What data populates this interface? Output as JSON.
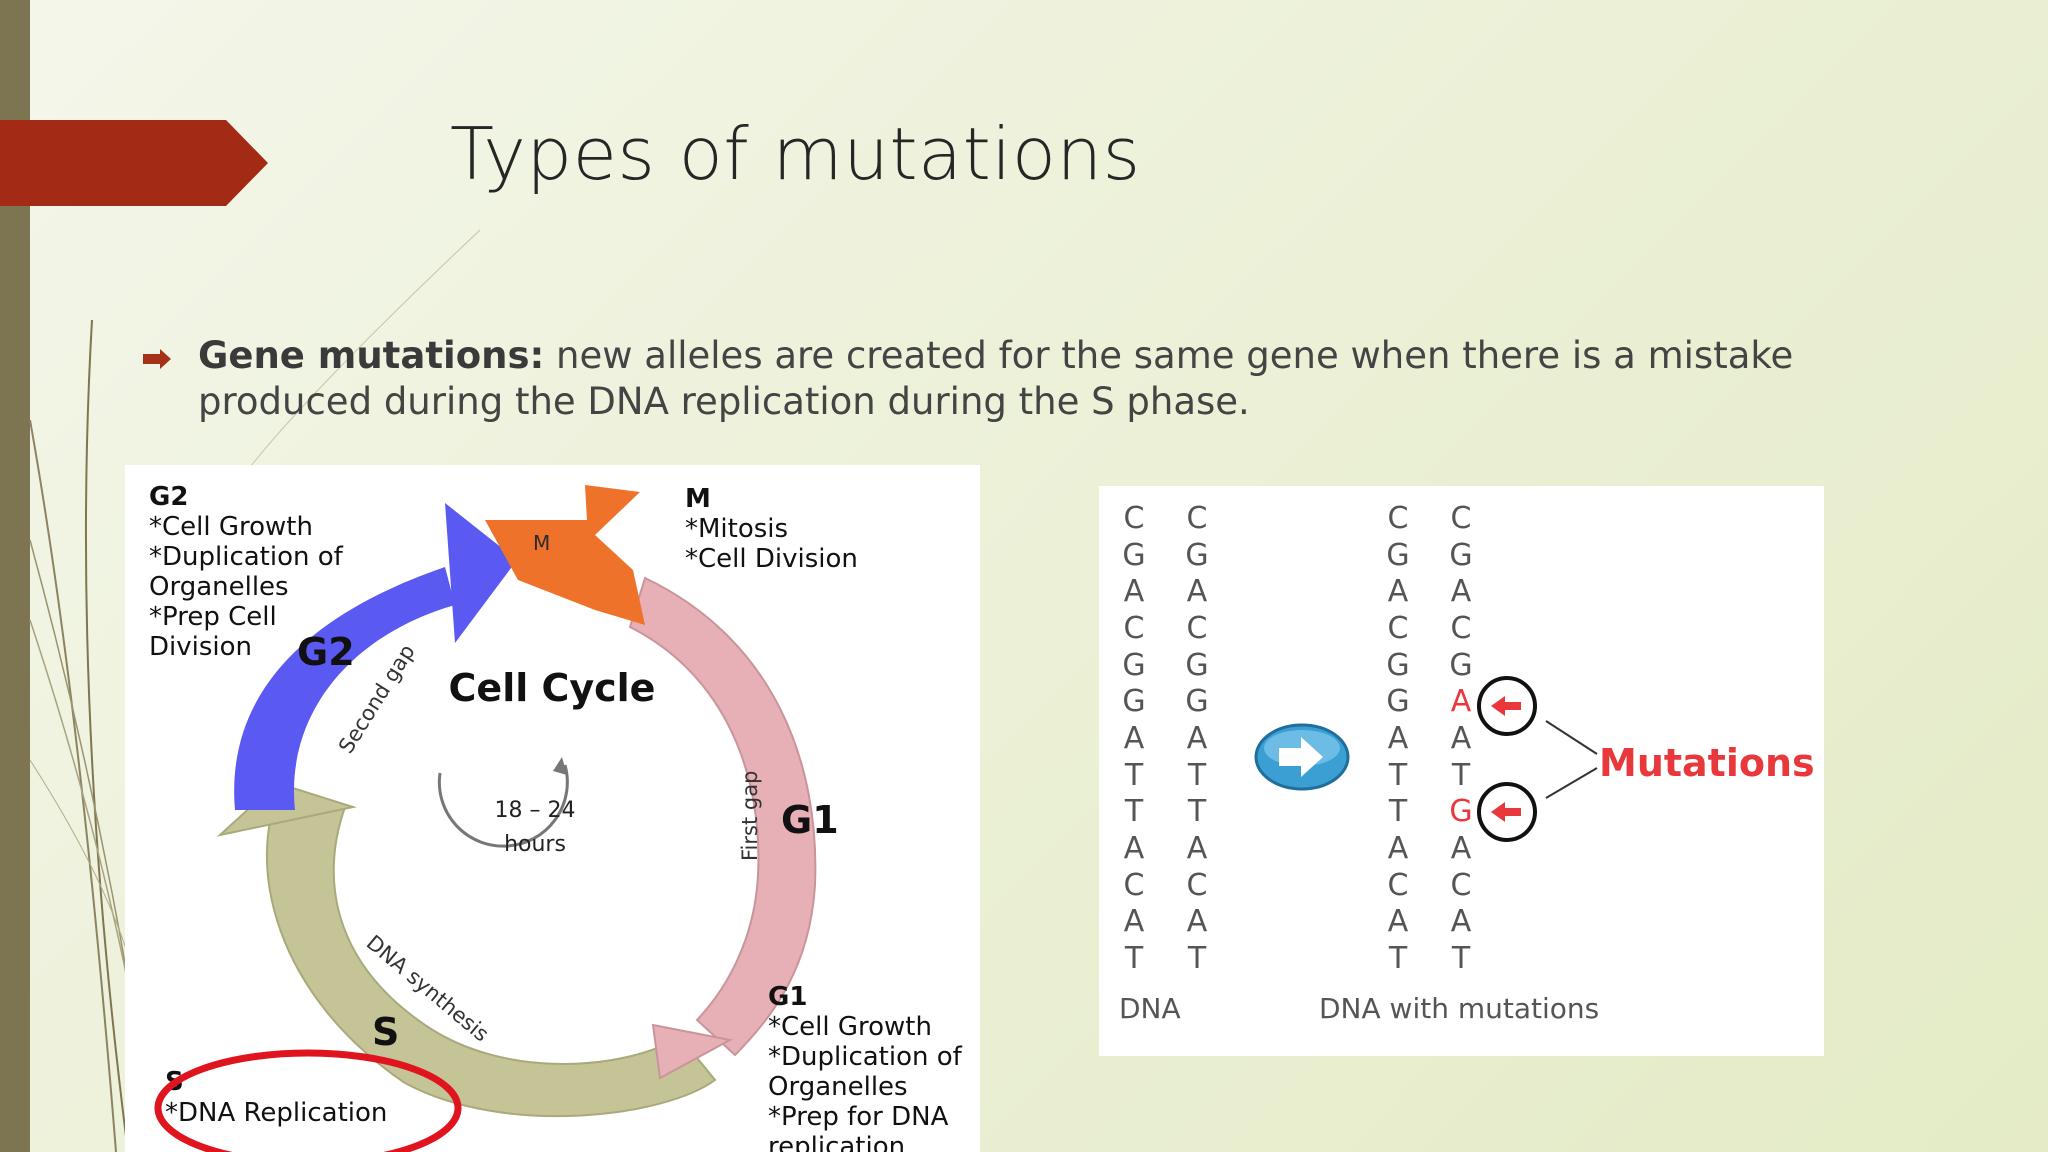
{
  "slide": {
    "title": "Types of mutations",
    "bullet": {
      "term": "Gene mutations:",
      "text": " new alleles are created for the same gene when there is a mistake produced during the DNA replication during the S phase."
    }
  },
  "cell_cycle": {
    "center_title": "Cell Cycle",
    "duration": [
      "18 – 24",
      "hours"
    ],
    "phase_labels": {
      "G2": "G2",
      "M": "M",
      "G1": "G1",
      "S": "S"
    },
    "arc_labels": {
      "second_gap": "Second gap",
      "first_gap": "First gap",
      "dna_synthesis": "DNA synthesis"
    },
    "notes": {
      "G2": {
        "heading": "G2",
        "lines": [
          "*Cell Growth",
          "*Duplication of",
          "Organelles",
          "*Prep Cell",
          "Division"
        ]
      },
      "M": {
        "heading": "M",
        "lines": [
          "*Mitosis",
          "*Cell Division"
        ]
      },
      "G1": {
        "heading": "G1",
        "lines": [
          "*Cell Growth",
          "*Duplication of",
          "Organelles",
          "*Prep for DNA",
          "replication"
        ]
      },
      "S": {
        "heading": "S",
        "lines": [
          "*DNA Replication"
        ]
      }
    },
    "colors": {
      "G2": "#5a5af2",
      "M": "#ee7229",
      "G1": "#e7b0b6",
      "S": "#c4c497",
      "highlight": "#e0141e"
    }
  },
  "dna": {
    "strand_1": [
      "C",
      "G",
      "A",
      "C",
      "G",
      "G",
      "A",
      "T",
      "T",
      "A",
      "C",
      "A",
      "T"
    ],
    "strand_2": [
      "C",
      "G",
      "A",
      "C",
      "G",
      "G",
      "A",
      "T",
      "T",
      "A",
      "C",
      "A",
      "T"
    ],
    "strand_3": [
      "C",
      "G",
      "A",
      "C",
      "G",
      "G",
      "A",
      "T",
      "T",
      "A",
      "C",
      "A",
      "T"
    ],
    "strand_4": [
      "C",
      "G",
      "A",
      "C",
      "G",
      "A",
      "A",
      "T",
      "G",
      "A",
      "C",
      "A",
      "T"
    ],
    "mutated_positions": [
      5,
      8
    ],
    "label_left": "DNA",
    "label_right": "DNA with mutations",
    "mutations_label": "Mutations",
    "colors": {
      "mutation": "#e8383c",
      "letters": "#555555"
    }
  },
  "icons": [
    "bullet-arrow-icon",
    "forward-arrow-icon",
    "cycle-arrow-icon",
    "pointer-arrow-icon"
  ]
}
